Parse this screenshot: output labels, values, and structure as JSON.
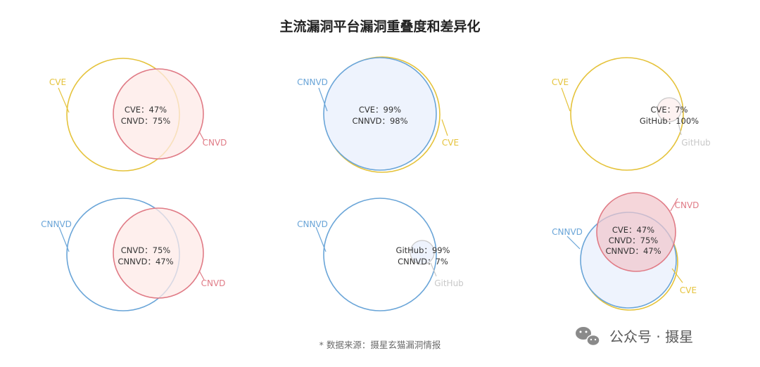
{
  "title": "主流漏洞平台漏洞重叠度和差异化",
  "footnote": "* 数据来源：摄星玄猫漏洞情报",
  "brand": "公众号 · 摄星",
  "colors": {
    "CVE": "#e5c33c",
    "CNVD": "#e07b86",
    "CNNVD": "#6aa5d8",
    "GitHub": "#c8c8c8",
    "fill_pink": "#fdeae7",
    "fill_blue": "#eef3fd",
    "fill_deep_pink": "#f1c4cb"
  },
  "diagrams": [
    {
      "id": "cve-cnvd",
      "sets": [
        "CVE",
        "CNVD"
      ],
      "overlap_lines": [
        "CVE：47%",
        "CNVD：75%"
      ]
    },
    {
      "id": "cve-cnnvd",
      "sets": [
        "CNNVD",
        "CVE"
      ],
      "overlap_lines": [
        "CVE：99%",
        "CNNVD：98%"
      ]
    },
    {
      "id": "cve-github",
      "sets": [
        "CVE",
        "GitHub"
      ],
      "overlap_lines": [
        "CVE：7%",
        "GitHub：100%"
      ]
    },
    {
      "id": "cnnvd-cnvd",
      "sets": [
        "CNNVD",
        "CNVD"
      ],
      "overlap_lines": [
        "CNVD：75%",
        "CNNVD：47%"
      ]
    },
    {
      "id": "cnnvd-github",
      "sets": [
        "CNNVD",
        "GitHub"
      ],
      "overlap_lines": [
        "GitHub：99%",
        "CNNVD：7%"
      ]
    },
    {
      "id": "cve-cnvd-cnnvd",
      "sets": [
        "CNVD",
        "CNNVD",
        "CVE"
      ],
      "overlap_lines": [
        "CVE：47%",
        "CNVD：75%",
        "CNNVD：47%"
      ]
    }
  ]
}
